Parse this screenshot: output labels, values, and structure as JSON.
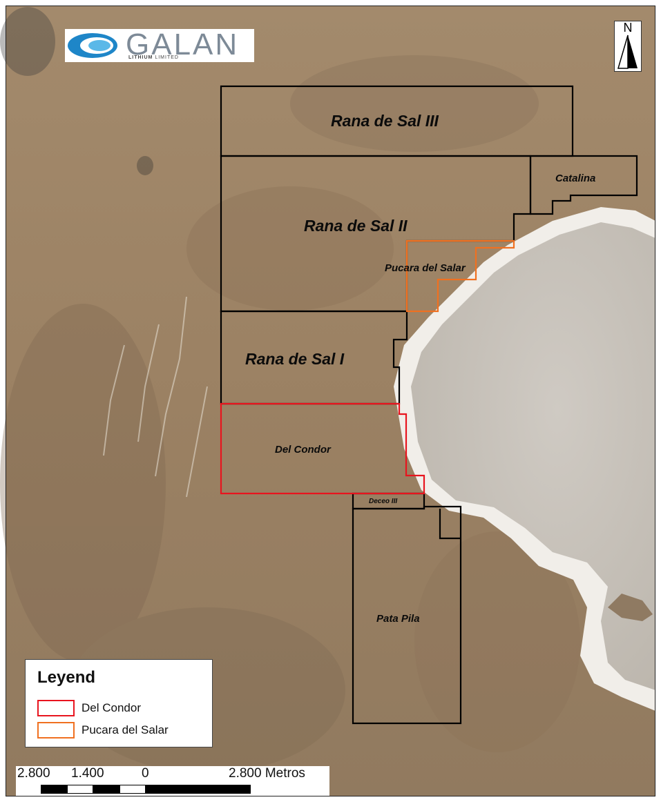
{
  "logo": {
    "name": "GALAN",
    "subtitle_bold": "LITHIUM",
    "subtitle_rest": "LIMITED"
  },
  "north_arrow": {
    "label": "N"
  },
  "claims": [
    {
      "name": "Rana de Sal III",
      "outline": "#000000"
    },
    {
      "name": "Catalina",
      "outline": "#000000"
    },
    {
      "name": "Rana de Sal II",
      "outline": "#000000"
    },
    {
      "name": "Pucara del Salar",
      "outline": "#f07020"
    },
    {
      "name": "Rana de Sal I",
      "outline": "#000000"
    },
    {
      "name": "Del Condor",
      "outline": "#e8141e"
    },
    {
      "name": "Deceo III",
      "outline": "#000000"
    },
    {
      "name": "Pata Pila",
      "outline": "#000000"
    }
  ],
  "legend": {
    "title": "Leyend",
    "items": [
      {
        "label": "Del Condor",
        "color": "#e8141e"
      },
      {
        "label": "Pucara del Salar",
        "color": "#f07020"
      }
    ]
  },
  "scale_bar": {
    "ticks": [
      "2.800",
      "1.400",
      "0",
      "2.800 Metros"
    ]
  },
  "colors": {
    "terrain": "#9a8264",
    "salt_flat": "#c7c2ba",
    "salt_crust": "#f2f0ec"
  }
}
